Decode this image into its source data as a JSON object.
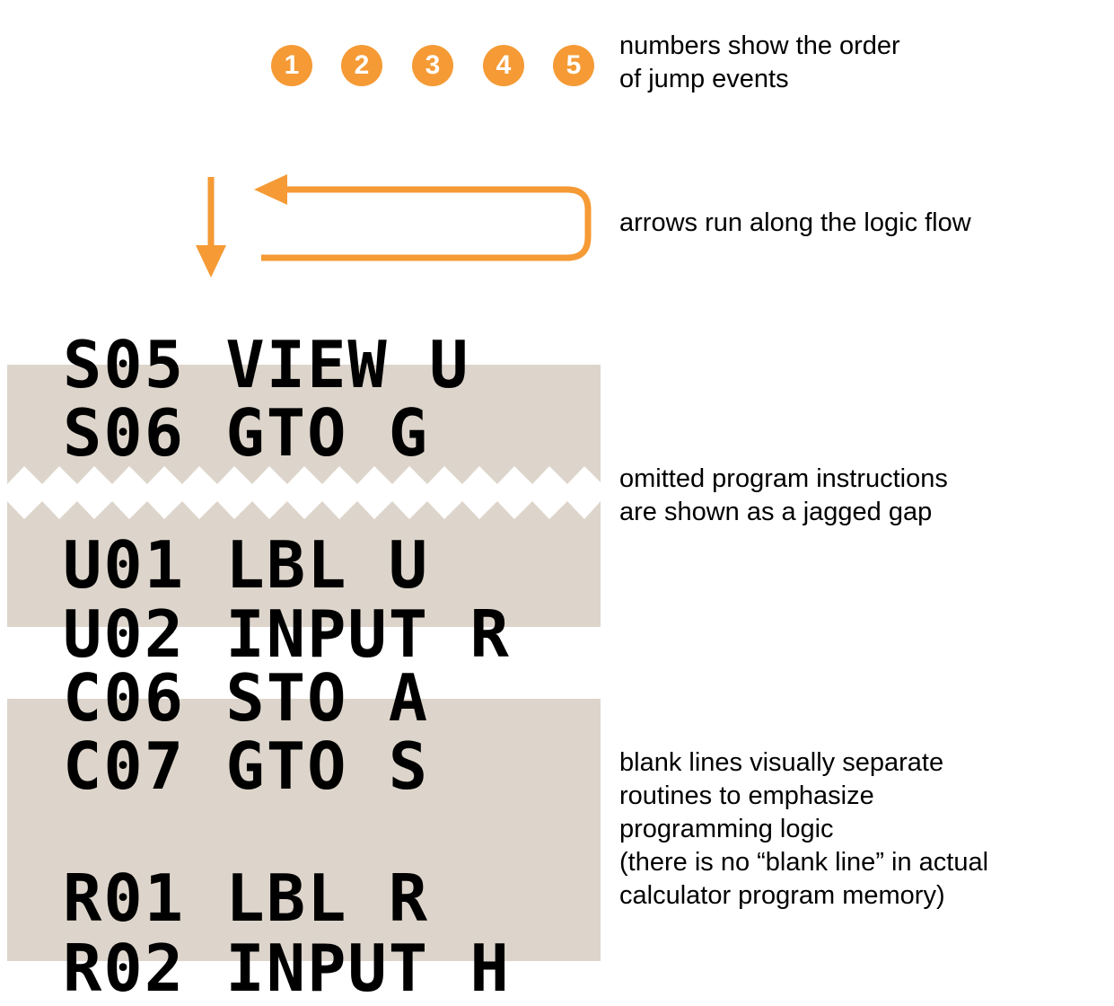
{
  "colors": {
    "accent": "#F59A35",
    "panel": "#DDD5CB",
    "text": "#000000"
  },
  "legend": {
    "badges": [
      "1",
      "2",
      "3",
      "4",
      "5"
    ],
    "numbers_caption": [
      "numbers show the order",
      "of jump events"
    ],
    "arrows_caption": [
      "arrows run along the logic flow"
    ],
    "gap_caption": [
      "omitted program instructions",
      "are shown as a jagged gap"
    ],
    "blank_caption": [
      "blank lines visually separate",
      "routines to emphasize",
      "programming logic",
      "(there is no “blank line” in actual",
      "calculator program memory)"
    ]
  },
  "panel_jagged": {
    "lines": [
      "S05 VIEW U",
      "S06 GTO G",
      "U01 LBL U",
      "U02 INPUT R"
    ]
  },
  "panel_blank": {
    "lines": [
      "C06 STO A",
      "C07 GTO S",
      "R01 LBL R",
      "R02 INPUT H"
    ]
  }
}
